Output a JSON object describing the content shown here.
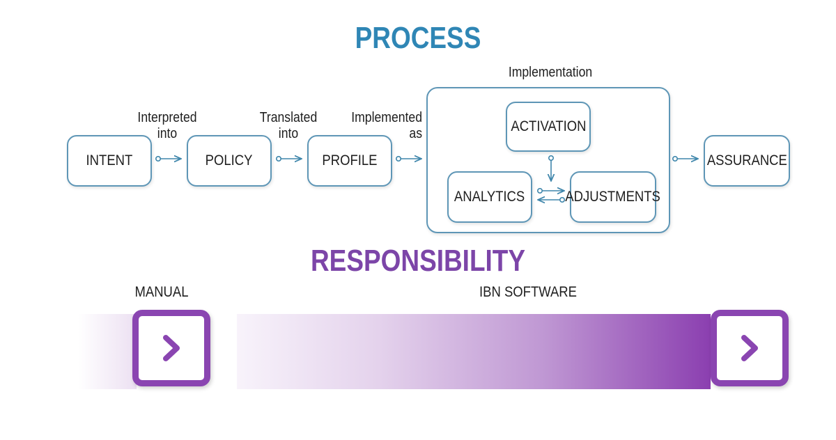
{
  "process": {
    "title": "PROCESS",
    "nodes": {
      "intent": "INTENT",
      "policy": "POLICY",
      "profile": "PROFILE",
      "activation": "ACTIVATION",
      "analytics": "ANALYTICS",
      "adjustments": "ADJUSTMENTS",
      "assurance": "ASSURANCE"
    },
    "edges": {
      "interpreted_l1": "Interpreted",
      "interpreted_l2": "into",
      "translated_l1": "Translated",
      "translated_l2": "into",
      "implemented_l1": "Implemented",
      "implemented_l2": "as"
    },
    "group_label": "Implementation"
  },
  "responsibility": {
    "title": "RESPONSIBILITY",
    "left_label": "MANUAL",
    "right_label": "IBN SOFTWARE"
  },
  "colors": {
    "process_accent": "#2f86b5",
    "box_border": "#5e96b6",
    "responsibility_accent": "#8a45b1"
  },
  "icons": {
    "left_marker": "chevron-right-icon",
    "right_marker": "chevron-right-icon"
  }
}
